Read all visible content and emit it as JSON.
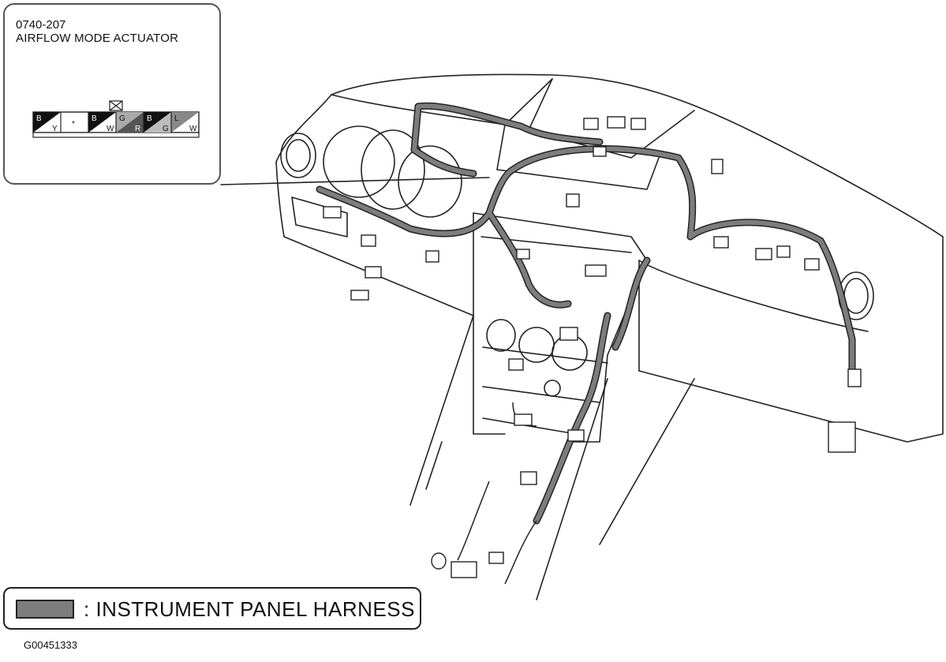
{
  "callout": {
    "code": "0740-207",
    "name": "AIRFLOW MODE ACTUATOR"
  },
  "connector": {
    "pins": [
      {
        "top": "B",
        "bottom": "Y",
        "style": "black-white"
      },
      {
        "top": "",
        "bottom": "",
        "center": "*",
        "style": "blank"
      },
      {
        "top": "B",
        "bottom": "W",
        "style": "black-white"
      },
      {
        "top": "G",
        "bottom": "R",
        "style": "gray-dark"
      },
      {
        "top": "B",
        "bottom": "G",
        "style": "black-gray"
      },
      {
        "top": "L",
        "bottom": "W",
        "style": "gray-white"
      }
    ],
    "lock_symbol": "crossed-box"
  },
  "legend": {
    "swatch_color": "#7d7d7d",
    "label": ": INSTRUMENT PANEL HARNESS"
  },
  "figure_id": "G00451333",
  "colors": {
    "harness": "#7d7d7d",
    "line": "#222222"
  }
}
